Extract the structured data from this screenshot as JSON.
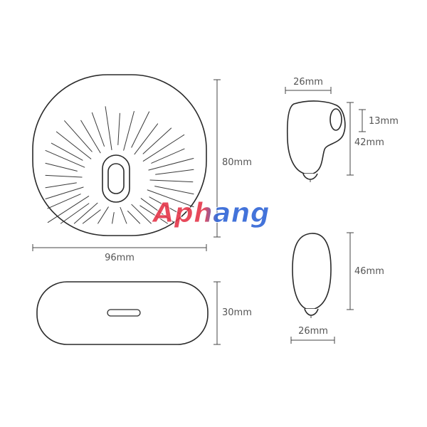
{
  "case_width_label": "96mm",
  "case_height_label": "80mm",
  "case_depth_label": "30mm",
  "unit_width_label": "26mm",
  "unit_nozzle_label": "13mm",
  "unit_height_label": "42mm",
  "unit_back_height_label": "46mm",
  "unit_back_width_label": "26mm",
  "watermark": "Aphang",
  "colors": {
    "watermark_red": "#e5364a",
    "watermark_blue": "#2f64d6"
  }
}
